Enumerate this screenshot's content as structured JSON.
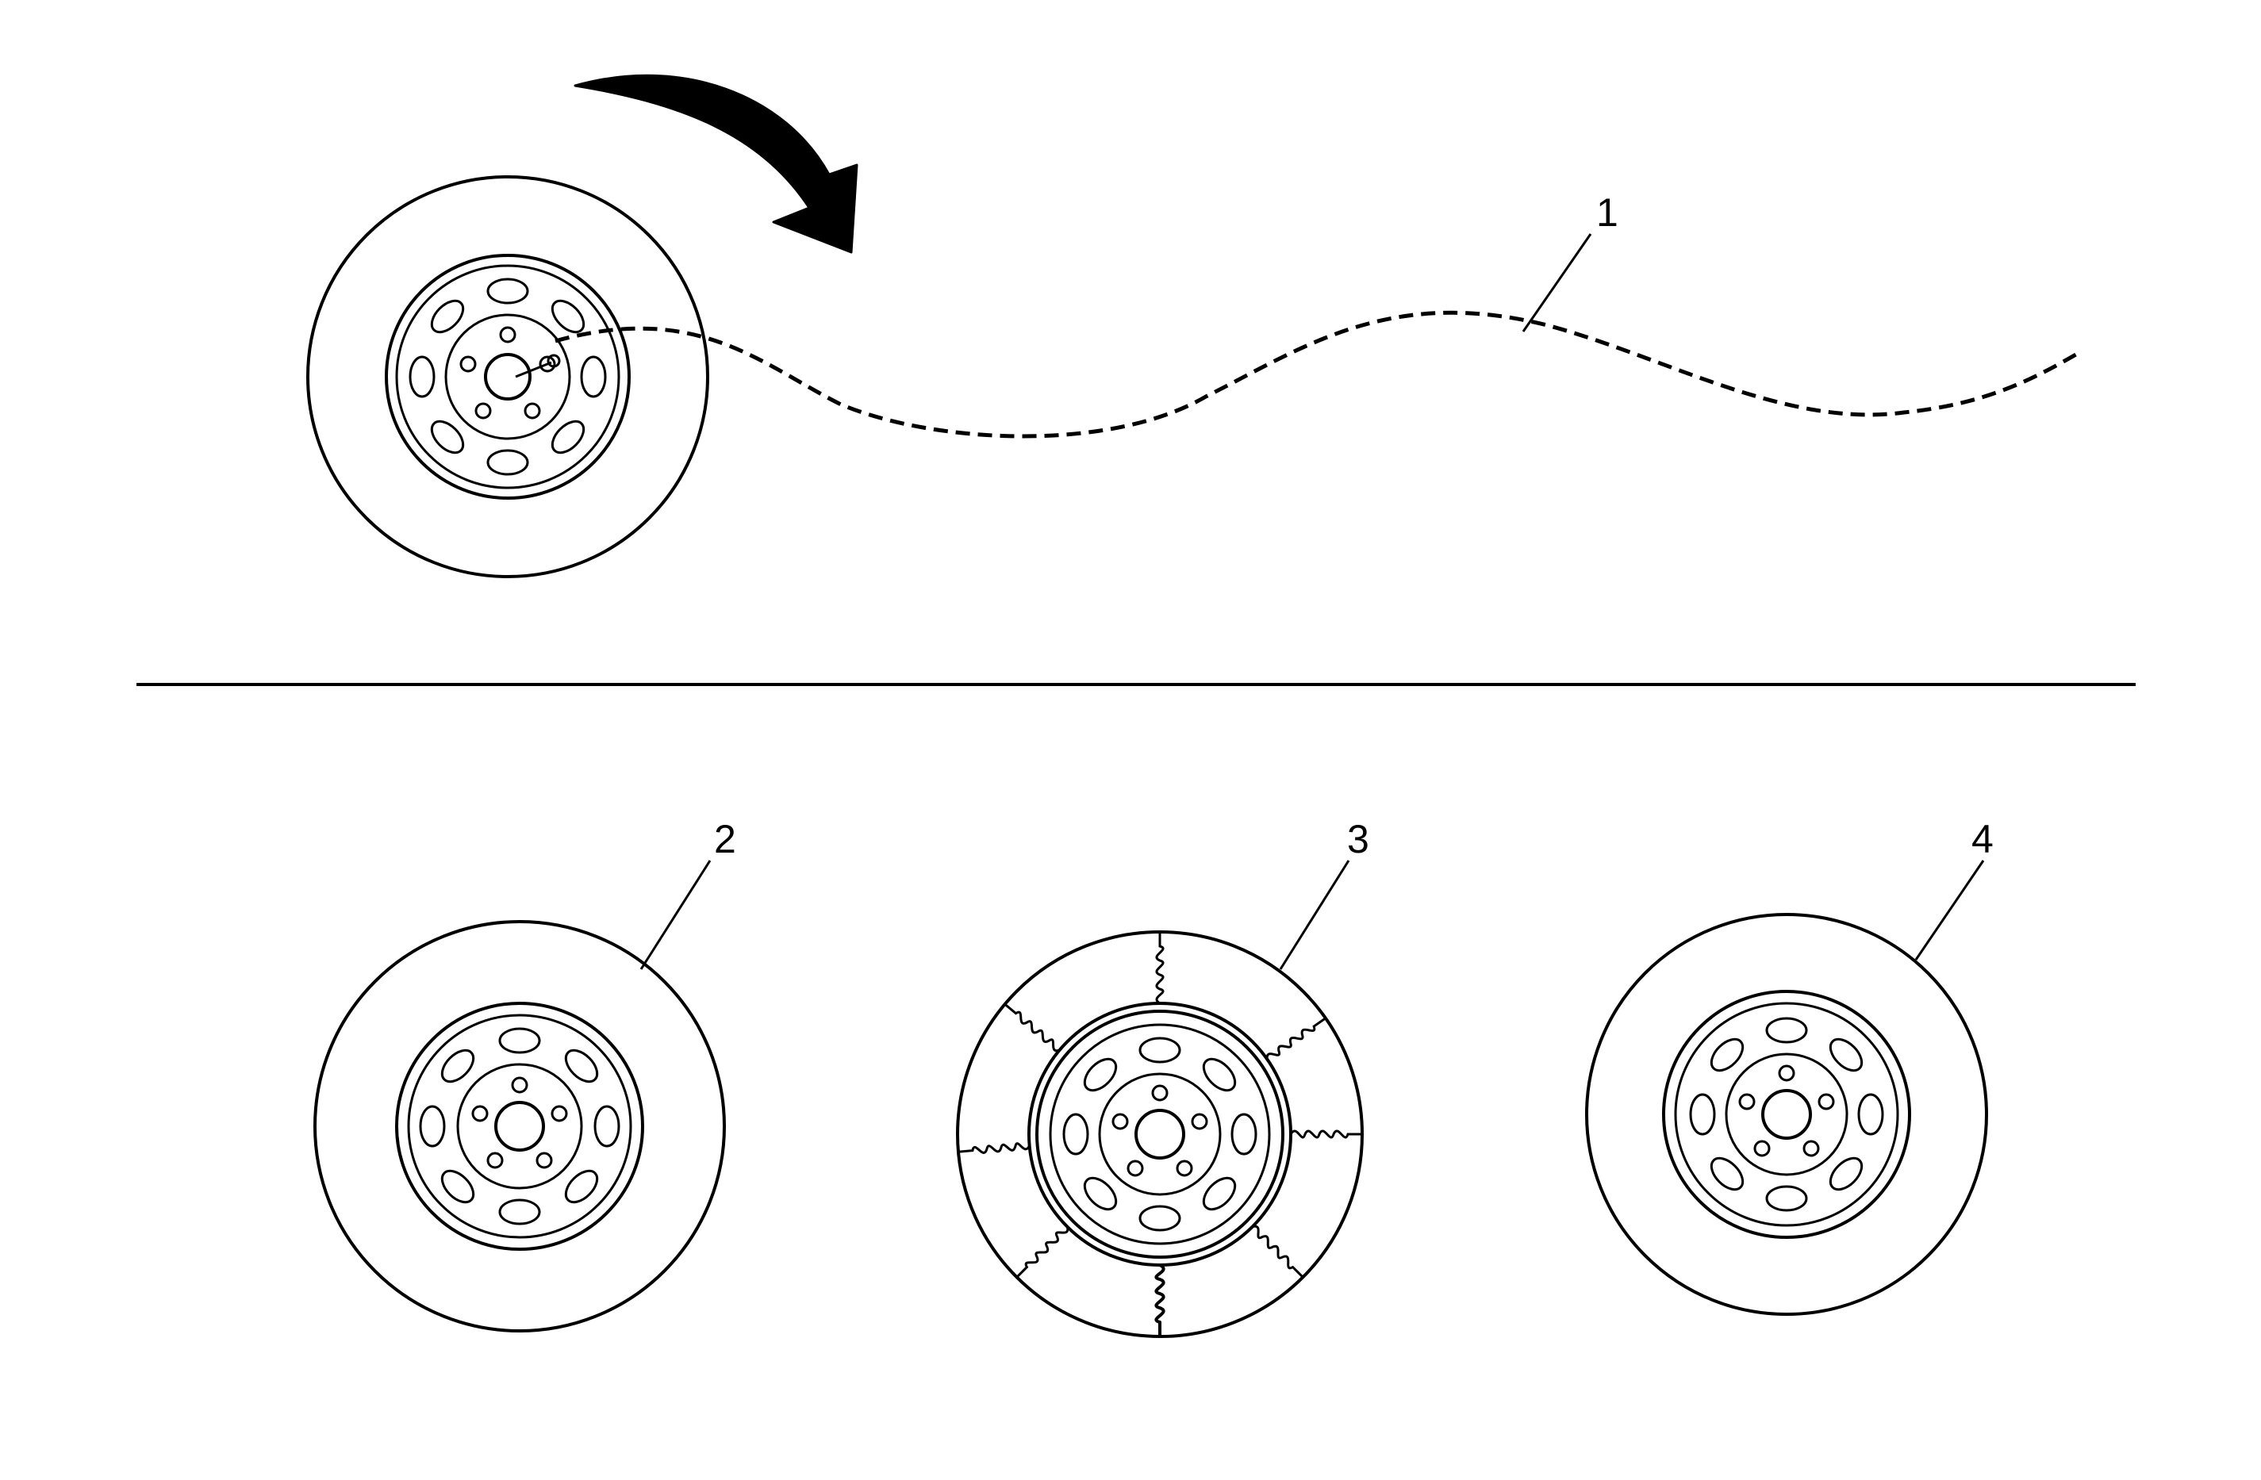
{
  "diagram": {
    "callouts": [
      {
        "id": "1",
        "label": "1"
      },
      {
        "id": "2",
        "label": "2"
      },
      {
        "id": "3",
        "label": "3"
      },
      {
        "id": "4",
        "label": "4"
      }
    ],
    "icons": {
      "rotation": "curved-arrow-icon",
      "wheel": "wheel-icon",
      "spring": "spring-icon"
    }
  }
}
